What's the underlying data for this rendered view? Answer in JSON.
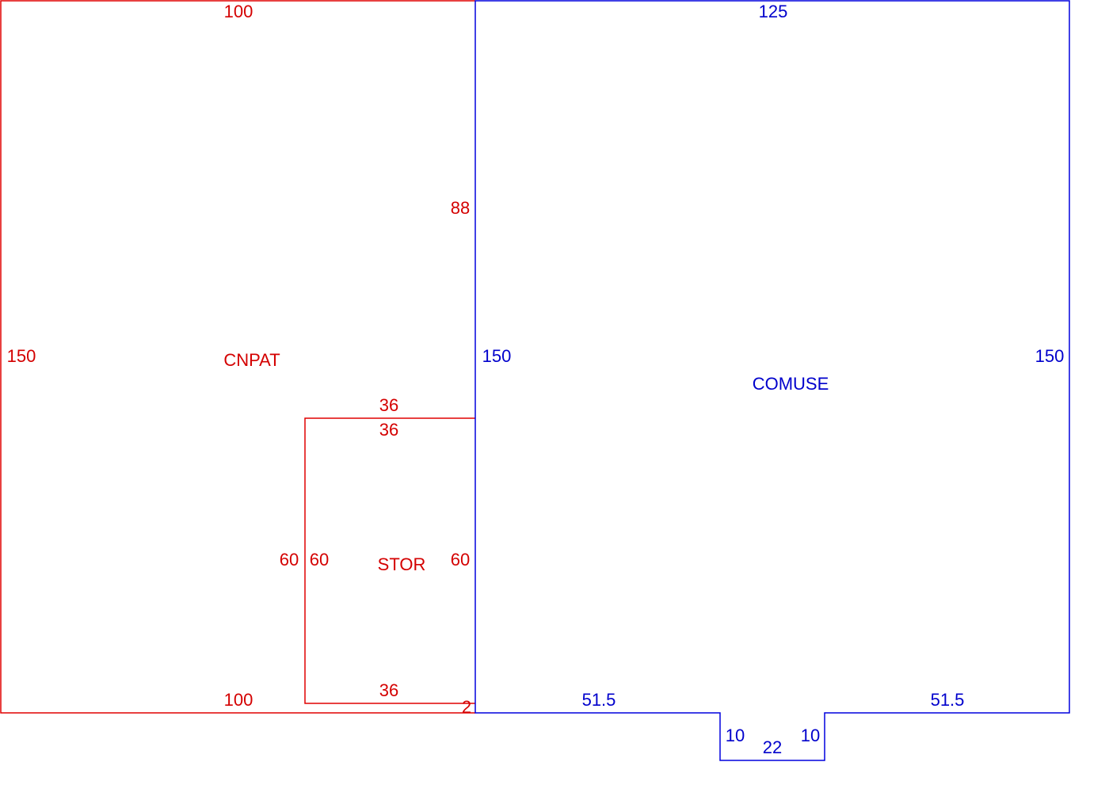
{
  "colors": {
    "red": "#d40000",
    "blue": "#0000cc"
  },
  "rooms": {
    "cnpat": {
      "name": "CNPAT",
      "top": "100",
      "left": "150",
      "right_upper": "88",
      "bottom": "100"
    },
    "stor": {
      "name": "STOR",
      "top_outer": "36",
      "top_inner": "36",
      "left_outer": "60",
      "left_inner": "60",
      "right": "60",
      "bottom": "36",
      "bottom_gap": "2"
    },
    "comuse": {
      "name": "COMUSE",
      "top": "125",
      "left": "150",
      "right": "150",
      "bottom_left": "51.5",
      "bottom_right": "51.5",
      "notch_left": "10",
      "notch_bottom": "22",
      "notch_right": "10"
    }
  }
}
